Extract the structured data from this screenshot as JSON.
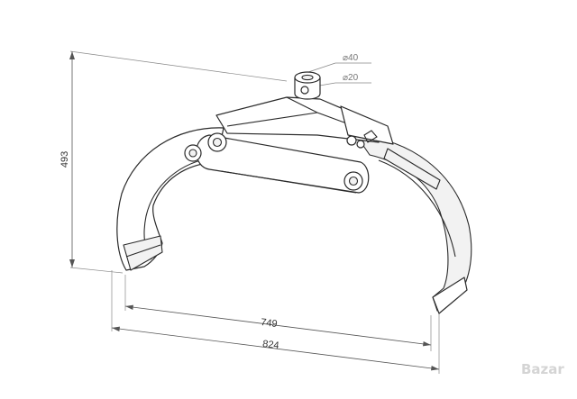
{
  "dimensions": {
    "height": "493",
    "inner_width": "749",
    "outer_width": "824",
    "pin_outer_diameter": "⌀40",
    "pin_inner_diameter": "⌀20"
  },
  "watermark": "Bazar",
  "colors": {
    "line": "#2a2a2a",
    "dimension": "#555555",
    "background": "#ffffff"
  }
}
